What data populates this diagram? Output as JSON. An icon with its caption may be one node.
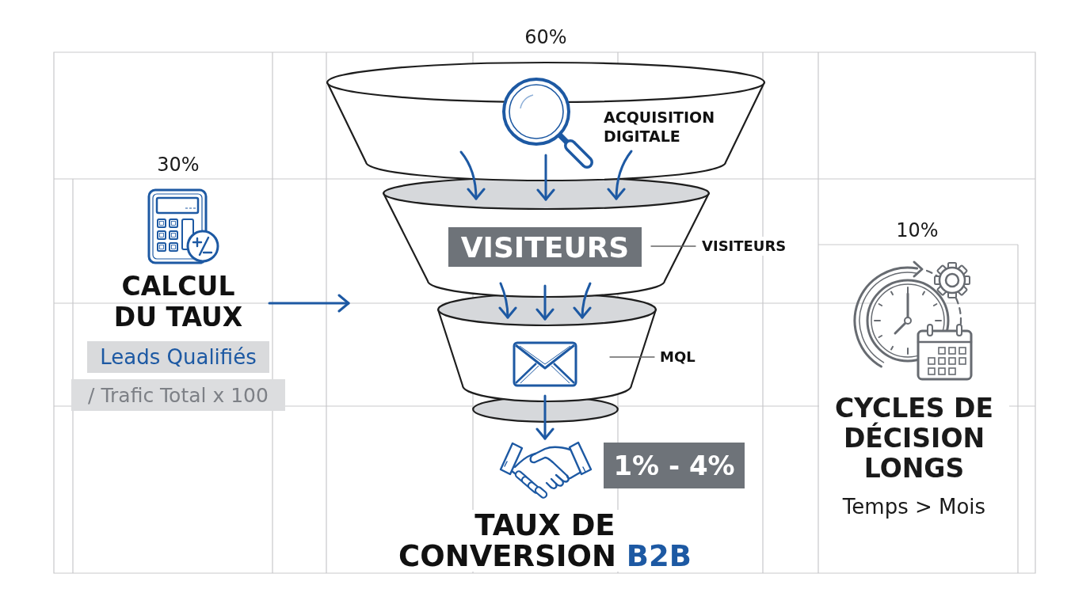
{
  "diagram": {
    "title": "TAUX DE CONVERSION B2B",
    "nodes": [
      {
        "text": [
          "ACQUISITION DIGITALE"
        ]
      },
      {
        "text": [],
        "shape": "funnel"
      },
      {
        "text": [
          "VISITEURS"
        ],
        "in": 1
      },
      {
        "text": [
          "VISITEURS"
        ]
      },
      {
        "text": [],
        "shape": "funnel"
      },
      {
        "text": [
          "MQL"
        ]
      },
      {
        "text": [],
        "shape": "ellipse"
      },
      {
        "text": [],
        "shape": "picture"
      },
      {
        "text": [
          "1% - 4%"
        ]
      },
      {
        "text": [
          "CALCUL DU TAUX"
        ]
      },
      {
        "text": [
          "Leads Qualifiés"
        ]
      },
      {
        "text": [
          "/ Trafic Total x 100"
        ]
      }
    ],
    "edges": [
      {
        "from": 0,
        "to": 1,
        "arrow": "to"
      },
      {
        "from": 0,
        "to": 1,
        "arrow": "to"
      },
      {
        "from": 0,
        "to": 1,
        "arrow": "to"
      },
      {
        "from": 1,
        "to": 4,
        "arrow": "to"
      },
      {
        "from": 1,
        "to": 4,
        "arrow": "to"
      },
      {
        "from": 1,
        "to": 4,
        "arrow": "to"
      },
      {
        "from": 6,
        "to": 7,
        "arrow": "to"
      },
      {
        "from": 3,
        "to": 1,
        "arrow": "none",
        "color": "#666666"
      },
      {
        "from": 5,
        "to": 4,
        "arrow": "none",
        "color": "#666666"
      },
      {
        "from": 9,
        "to": null,
        "arrow": "to"
      }
    ],
    "labels": [
      "60%",
      "30%",
      "10%",
      "CYCLES DE DÉCISION LONGS",
      "Temps > Mois"
    ]
  }
}
